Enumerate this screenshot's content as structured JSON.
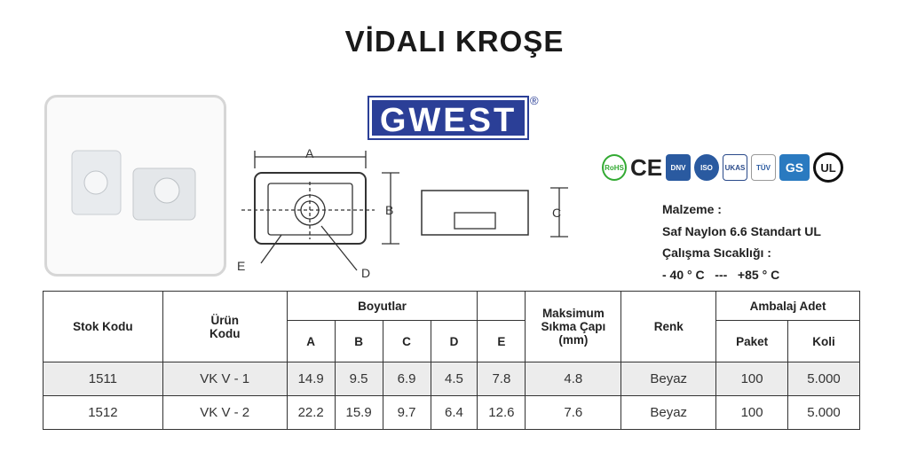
{
  "title": "VİDALI KROŞE",
  "brand": {
    "name": "GWEST",
    "registered": "®",
    "color": "#2b3f97"
  },
  "certifications": [
    "RoHS",
    "CE",
    "DNV",
    "ISO",
    "UKAS",
    "TÜV",
    "GS",
    "UL"
  ],
  "diagram_labels": {
    "a": "A",
    "b": "B",
    "c": "C",
    "d": "D",
    "e": "E"
  },
  "info": {
    "material_label": "Malzeme :",
    "material": "Saf Naylon 6.6 Standart UL",
    "temp_label": "Çalışma Sıcaklığı :",
    "temp": "- 40 ° C   ---   +85 ° C"
  },
  "table": {
    "headers": {
      "stock": "Stok Kodu",
      "product": "Ürün Kodu",
      "dims": "Boyutlar",
      "a": "A",
      "b": "B",
      "c": "C",
      "d": "D",
      "e": "E",
      "max": "Maksimum Sıkma Çapı (mm)",
      "color": "Renk",
      "pack": "Ambalaj Adet",
      "paket": "Paket",
      "koli": "Koli"
    },
    "rows": [
      {
        "stock": "1511",
        "product": "VK V - 1",
        "a": "14.9",
        "b": "9.5",
        "c": "6.9",
        "d": "4.5",
        "e": "7.8",
        "max": "4.8",
        "color": "Beyaz",
        "paket": "100",
        "koli": "5.000"
      },
      {
        "stock": "1512",
        "product": "VK V - 2",
        "a": "22.2",
        "b": "15.9",
        "c": "9.7",
        "d": "6.4",
        "e": "12.6",
        "max": "7.6",
        "color": "Beyaz",
        "paket": "100",
        "koli": "5.000"
      }
    ]
  }
}
